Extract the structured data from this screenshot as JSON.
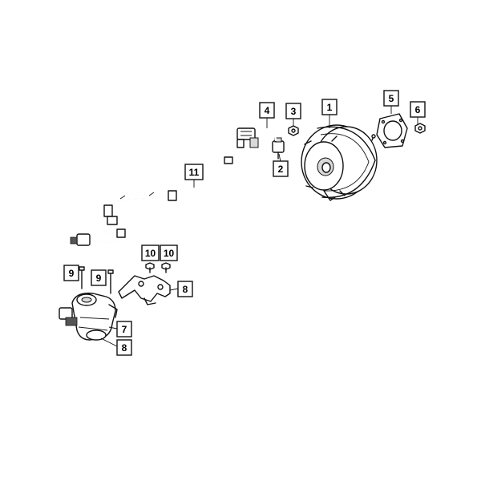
{
  "callouts": {
    "c1": "1",
    "c2": "2",
    "c3": "3",
    "c4": "4",
    "c5": "5",
    "c6": "6",
    "c7": "7",
    "c8a": "8",
    "c8b": "8",
    "c9a": "9",
    "c9b": "9",
    "c10a": "10",
    "c10b": "10",
    "c11": "11"
  },
  "colors": {
    "ink": "#111111",
    "background": "#ffffff",
    "shade": "#d9d9d9"
  }
}
